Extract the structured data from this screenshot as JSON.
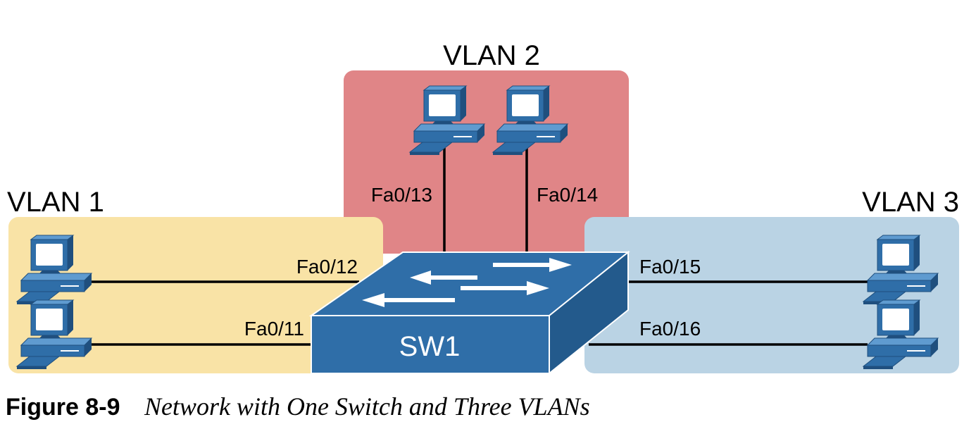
{
  "vlans": {
    "vlan1": {
      "label": "VLAN 1",
      "color": "#f9e3a6"
    },
    "vlan2": {
      "label": "VLAN 2",
      "color": "#e08587"
    },
    "vlan3": {
      "label": "VLAN 3",
      "color": "#bad3e4"
    }
  },
  "switch": {
    "label": "SW1",
    "color": "#2f6ea8"
  },
  "ports": {
    "fa0_11": "Fa0/11",
    "fa0_12": "Fa0/12",
    "fa0_13": "Fa0/13",
    "fa0_14": "Fa0/14",
    "fa0_15": "Fa0/15",
    "fa0_16": "Fa0/16"
  },
  "caption": {
    "figure_number": "Figure 8-9",
    "figure_title": "Network with One Switch and Three VLANs"
  },
  "icons": {
    "pc": "desktop-pc-icon",
    "switch": "switch-icon"
  }
}
